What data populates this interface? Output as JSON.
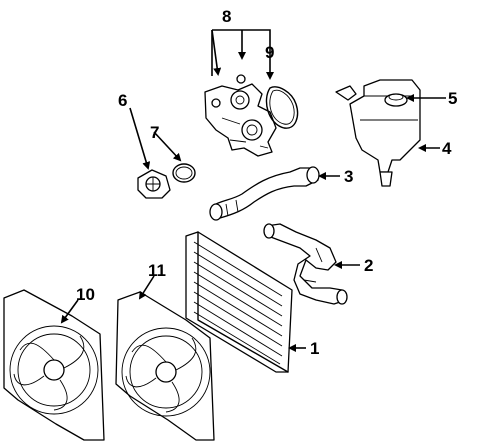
{
  "callouts": {
    "c1": "1",
    "c2": "2",
    "c3": "3",
    "c4": "4",
    "c5": "5",
    "c6": "6",
    "c7": "7",
    "c8": "8",
    "c9": "9",
    "c10": "10",
    "c11": "11"
  },
  "colors": {
    "line": "#000000",
    "background": "#ffffff",
    "shade": "#bfbfbf"
  }
}
